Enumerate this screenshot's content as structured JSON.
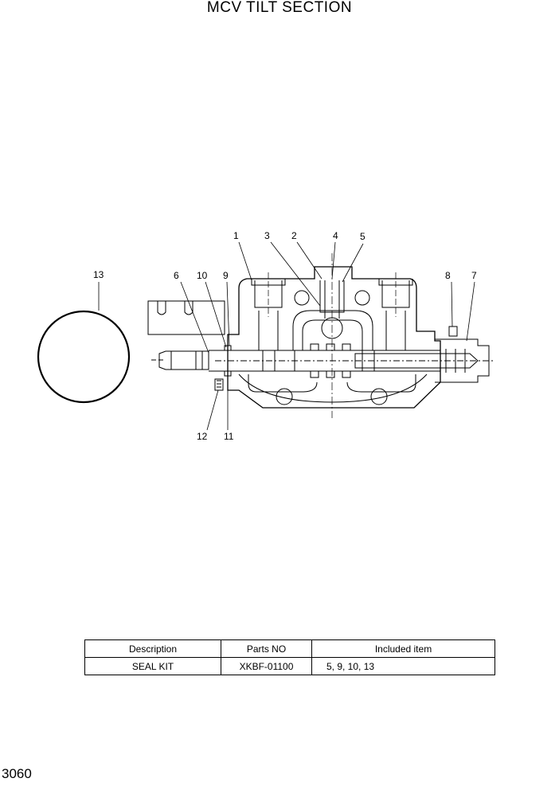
{
  "title": "MCV TILT SECTION",
  "page_number": "3060",
  "callouts": [
    "1",
    "2",
    "3",
    "4",
    "5",
    "6",
    "7",
    "8",
    "9",
    "10",
    "11",
    "12",
    "13"
  ],
  "table": {
    "headers": [
      "Description",
      "Parts NO",
      "Included item"
    ],
    "rows": [
      [
        "SEAL KIT",
        "XKBF-01100",
        "5, 9, 10, 13"
      ]
    ]
  }
}
